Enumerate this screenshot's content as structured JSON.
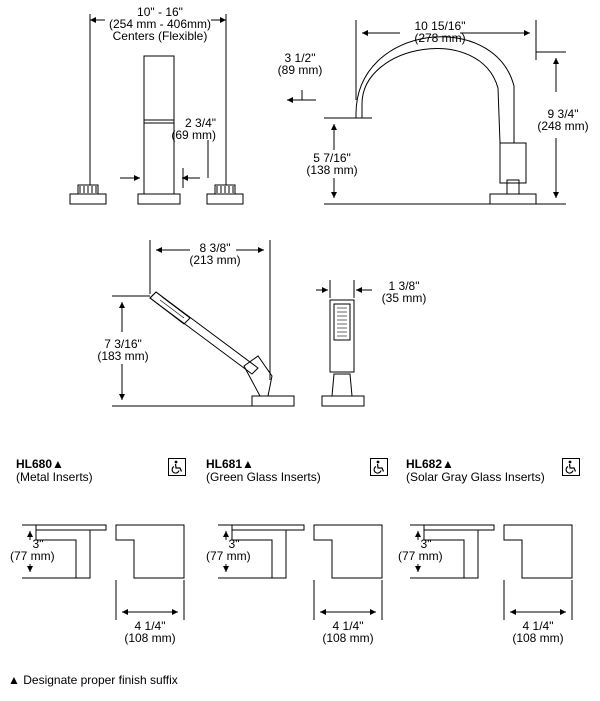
{
  "top": {
    "centers": {
      "l1": "10\" - 16\"",
      "l2": "(254 mm - 406mm)",
      "l3": "Centers (Flexible)"
    },
    "handle_width": {
      "l1": "2 3/4\"",
      "l2": "(69 mm)"
    },
    "spout_height_above": {
      "l1": "3 1/2\"",
      "l2": "(89 mm)"
    },
    "spout_reach": {
      "l1": "10 15/16\"",
      "l2": "(278 mm)"
    },
    "spout_total_height": {
      "l1": "9 3/4\"",
      "l2": "(248 mm)"
    },
    "spout_outlet_height": {
      "l1": "5 7/16\"",
      "l2": "(138 mm)"
    }
  },
  "middle": {
    "shower_reach": {
      "l1": "8 3/8\"",
      "l2": "(213 mm)"
    },
    "shower_height": {
      "l1": "7 3/16\"",
      "l2": "(183 mm)"
    },
    "shower_width": {
      "l1": "1 3/8\"",
      "l2": "(35 mm)"
    }
  },
  "models": [
    {
      "code": "HL680",
      "desc": "(Metal Inserts)",
      "height": {
        "l1": "3\"",
        "l2": "(77 mm)"
      },
      "width": {
        "l1": "4 1/4\"",
        "l2": "(108 mm)"
      }
    },
    {
      "code": "HL681",
      "desc": "(Green Glass Inserts)",
      "height": {
        "l1": "3\"",
        "l2": "(77 mm)"
      },
      "width": {
        "l1": "4 1/4\"",
        "l2": "(108 mm)"
      }
    },
    {
      "code": "HL682",
      "desc": "(Solar Gray Glass Inserts)",
      "height": {
        "l1": "3\"",
        "l2": "(77 mm)"
      },
      "width": {
        "l1": "4 1/4\"",
        "l2": "(108 mm)"
      }
    }
  ],
  "icons": {
    "finish_marker": "triangle-icon",
    "accessibility": "wheelchair-icon"
  },
  "footnote": "Designate proper finish suffix",
  "marker": "▲"
}
